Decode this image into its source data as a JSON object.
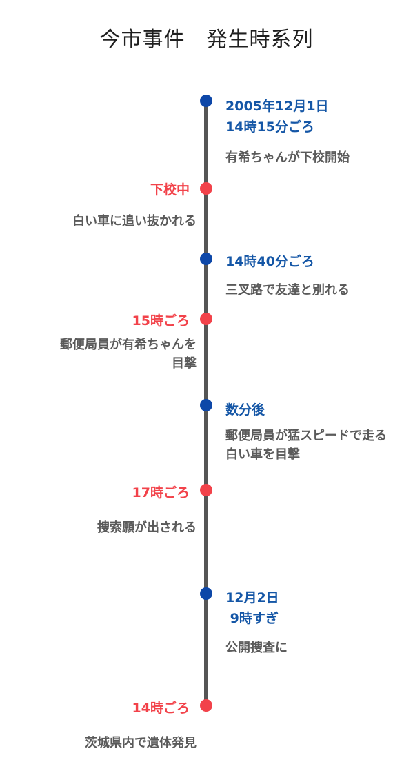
{
  "title": "今市事件　発生時系列",
  "colors": {
    "blue_dot": "#0d47a8",
    "blue_text": "#1456a6",
    "red": "#f2424a",
    "axis": "#555555",
    "desc_text": "#5a5a5a"
  },
  "events": [
    {
      "time": "2005年12月1日\n14時15分ごろ",
      "desc": "有希ちゃんが下校開始"
    },
    {
      "time": "下校中",
      "desc": "白い車に追い抜かれる"
    },
    {
      "time": "14時40分ごろ",
      "desc": "三叉路で友達と別れる"
    },
    {
      "time": "15時ごろ",
      "desc": "郵便局員が有希ちゃんを\n目撃"
    },
    {
      "time": "数分後",
      "desc": "郵便局員が猛スピードで走る\n白い車を目撃"
    },
    {
      "time": "17時ごろ",
      "desc": "捜索願が出される"
    },
    {
      "time": "12月2日\n 9時すぎ",
      "desc": "公開捜査に"
    },
    {
      "time": "14時ごろ",
      "desc": "茨城県内で遺体発見"
    }
  ]
}
